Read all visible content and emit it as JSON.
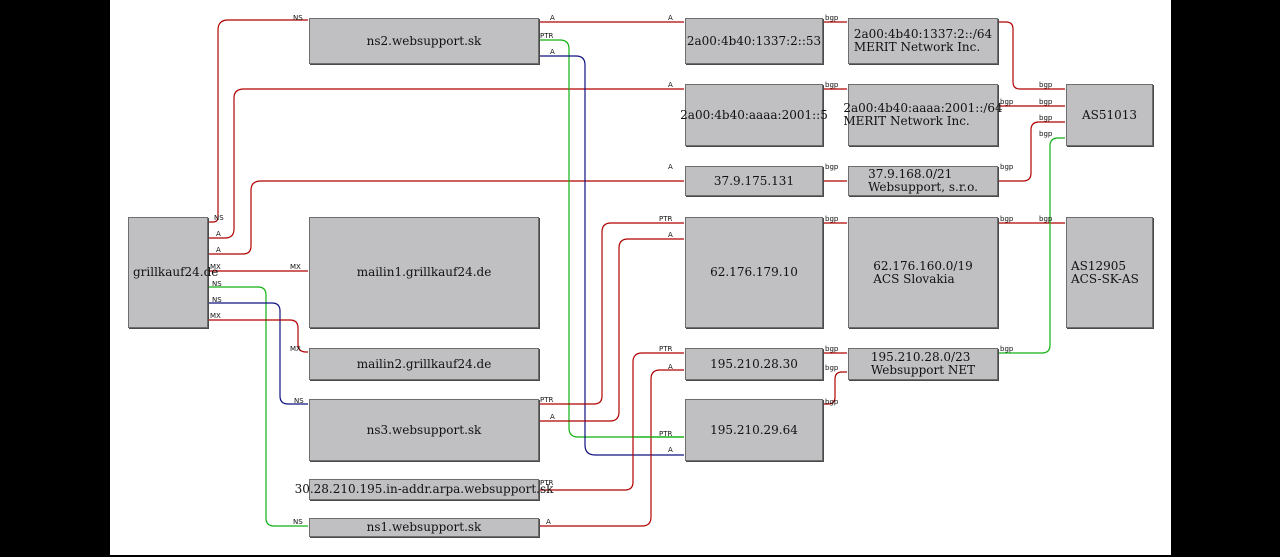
{
  "colors": {
    "red": "#b00000",
    "green": "#10b010",
    "blue": "#101080",
    "node_fill": "#c0bfc2"
  },
  "nodes": {
    "grillkauf": "grillkauf24.de",
    "ns2": "ns2.websupport.sk",
    "mailin1": "mailin1.grillkauf24.de",
    "mailin2": "mailin2.grillkauf24.de",
    "ns3": "ns3.websupport.sk",
    "arpa": "30.28.210.195.in-addr.arpa.websupport.sk",
    "ns1": "ns1.websupport.sk",
    "ip6_53": "2a00:4b40:1337:2::53",
    "ip6_5": "2a00:4b40:aaaa:2001::5",
    "ip_131": "37.9.175.131",
    "ip_10": "62.176.179.10",
    "ip_30": "195.210.28.30",
    "ip_64": "195.210.29.64",
    "net6_64a": [
      "2a00:4b40:1337:2::/64",
      "MERIT Network Inc."
    ],
    "net6_64b": [
      "2a00:4b40:aaaa:2001::/64",
      "MERIT Network Inc."
    ],
    "net_21": [
      "37.9.168.0/21",
      "Websupport, s.r.o."
    ],
    "net_19": [
      "62.176.160.0/19",
      "ACS Slovakia"
    ],
    "net_23": [
      "195.210.28.0/23",
      "Websupport NET"
    ],
    "as51013": "AS51013",
    "as12905": [
      "AS12905",
      "ACS-SK-AS"
    ]
  },
  "edge_labels": {
    "ns": "NS",
    "a": "A",
    "mx": "MX",
    "ptr": "PTR",
    "bgp": "bgp"
  }
}
